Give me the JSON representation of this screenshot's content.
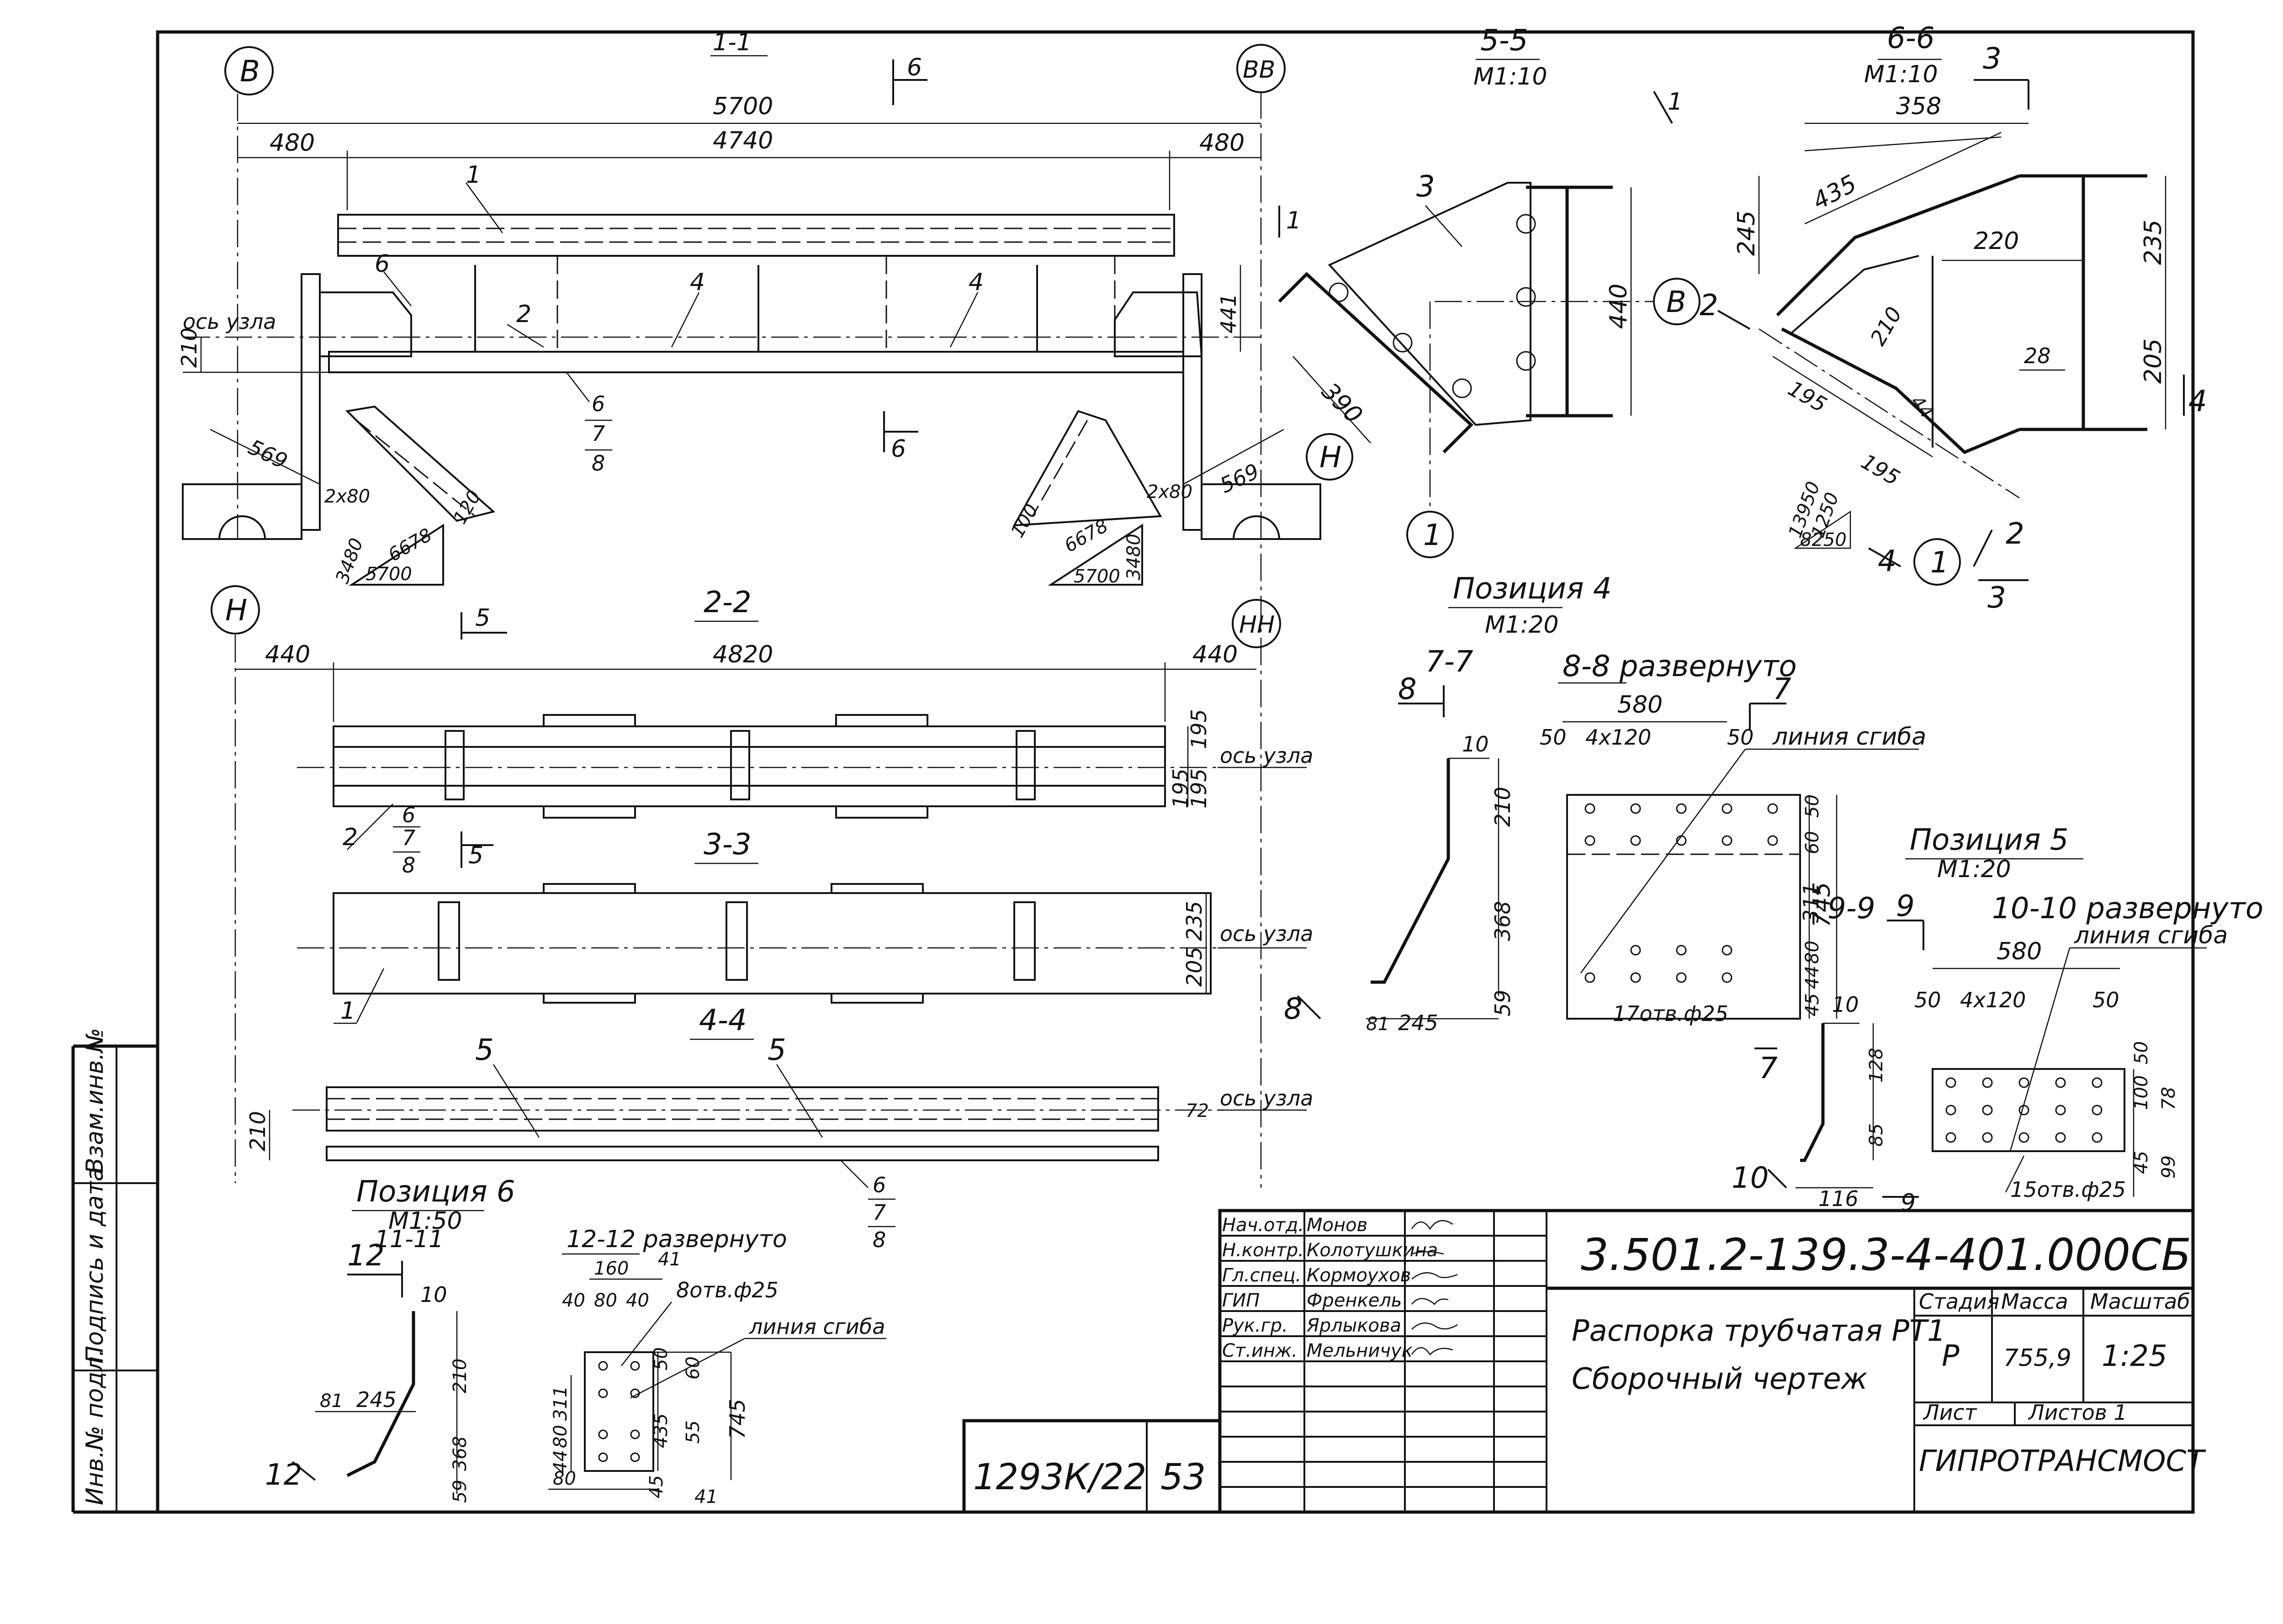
{
  "views": {
    "s11": {
      "label": "1-1",
      "axis_left": "B",
      "axis_right": "BB",
      "cut_mark": "6",
      "cut_mark_bottom": "6",
      "cut_side": "1",
      "dim_total": "5700",
      "dim_left": "480",
      "dim_mid": "4740",
      "dim_right": "480",
      "dim_210": "210",
      "dim_441": "441",
      "dim_569_left": "569",
      "dim_569_right": "569",
      "dim_120_left": "120",
      "dim_2x80_left": "2x80",
      "dim_2x80_right": "2x80",
      "dim_120_right": "100",
      "node_axis": "ось узла",
      "pos_1": "1",
      "pos_2": "2",
      "pos_4a": "4",
      "pos_4b": "4",
      "pos_6": "6",
      "frac_top": "6",
      "frac_mid": "7",
      "frac_bot": "8",
      "tri_left": {
        "a": "3480",
        "b": "6678",
        "c": "5700"
      },
      "tri_right": {
        "a": "3480",
        "b": "6678",
        "c": "5700"
      }
    },
    "s55": {
      "label": "5-5",
      "scale": "М1:10",
      "pos_3": "3",
      "dim_440": "440",
      "dim_390": "390",
      "axis_b": "B",
      "axis_n": "Н",
      "node_1": "1",
      "cut_mark": "1"
    },
    "s66": {
      "label": "6-6",
      "scale": "М1:10",
      "cut_3_top": "3",
      "cut_3_bottom": "3",
      "dim_358": "358",
      "dim_435": "435",
      "dim_245": "245",
      "dim_235": "235",
      "dim_220": "220",
      "dim_210": "210",
      "dim_205": "205",
      "dim_28": "28",
      "dim_44": "44",
      "dim_195a": "195",
      "dim_195b": "195",
      "dim_13950": "13950",
      "dim_1250": "1250",
      "dim_8250": "8250",
      "cut_2_top": "2",
      "cut_2_bottom": "2",
      "cut_4_right": "4",
      "cut_4_bottom": "4",
      "node_1": "1"
    },
    "s22": {
      "label": "2-2",
      "axis_left": "Н",
      "axis_right": "НН",
      "cut_mark": "5",
      "cut_mark_bottom": "5",
      "dim_left": "440",
      "dim_mid": "4820",
      "dim_right": "440",
      "dim_195a": "195",
      "dim_195b": "195",
      "dim_195c": "195",
      "node_axis": "ось узла",
      "pos_2": "2",
      "frac_top": "6",
      "frac_mid": "7",
      "frac_bot": "8"
    },
    "s33": {
      "label": "3-3",
      "dim_235": "235",
      "dim_205": "205",
      "node_axis": "ось узла",
      "pos_1": "1"
    },
    "s44": {
      "label": "4-4",
      "pos_5a": "5",
      "pos_5b": "5",
      "dim_210": "210",
      "dim_72": "72",
      "node_axis": "ось узла",
      "frac_top": "6",
      "frac_mid": "7",
      "frac_bot": "8"
    },
    "pos4": {
      "title": "Позиция 4",
      "scale": "М1:20",
      "s77": "7-7",
      "cut_8_top": "8",
      "cut_8_bottom": "8",
      "d10": "10",
      "d210": "210",
      "d368": "368",
      "d59": "59",
      "d81": "81",
      "d245": "245",
      "s88": "8-8 развернуто",
      "d580": "580",
      "d50a": "50",
      "d4x120": "4x120",
      "d50b": "50",
      "bend": "линия сгиба",
      "cut_7_top": "7",
      "cut_7_bottom": "7",
      "r50": "50",
      "r60": "60",
      "r311": "311",
      "r745": "745",
      "r80": "80",
      "r44": "44",
      "r45": "45",
      "holes": "17отв.ф25",
      "s99": "9-9",
      "cut_9_top": "9",
      "cut_9_bottom": "9",
      "d10b": "10",
      "d128": "128",
      "d85": "85",
      "d116": "116",
      "cut_10": "10"
    },
    "pos5": {
      "title": "Позиция 5",
      "scale": "М1:20",
      "s1010": "10-10 развернуто",
      "bend": "линия сгиба",
      "d580": "580",
      "d50a": "50",
      "d4x120": "4x120",
      "d50b": "50",
      "r50": "50",
      "r100": "100",
      "r78": "78",
      "r45": "45",
      "r99": "99",
      "holes": "15отв.ф25"
    },
    "pos6": {
      "title": "Позиция 6",
      "scale": "М1:50",
      "s1111": "11-11",
      "cut_12_top": "12",
      "cut_12_bottom": "12",
      "d10": "10",
      "d210": "210",
      "d368": "368",
      "d59": "59",
      "d81": "81",
      "d245": "245",
      "s1212": "12-12 развернуто",
      "d160": "160",
      "d41": "41",
      "d40a": "40",
      "d80": "80",
      "d40b": "40",
      "holes": "8отв.ф25",
      "bend": "линия сгиба",
      "r50": "50",
      "r60": "60",
      "r435": "435",
      "r55": "55",
      "r745": "745",
      "r311": "311",
      "r80": "80",
      "r44": "44",
      "b80": "80",
      "b45": "45",
      "b41": "41"
    }
  },
  "side_stamp": {
    "inv": "Инв.№ подл.",
    "sign": "Подпись и дата",
    "replace": "Взам.инв.№"
  },
  "title_block": {
    "doc_code": "3.501.2-139.3-4-401.000СБ",
    "title_line1": "Распорка трубчатая РТ1",
    "title_line2": "Сборочный чертеж",
    "archive_no": "1293К/22",
    "archive_sheet": "53",
    "stage_header": "Стадия",
    "mass_header": "Масса",
    "scale_header": "Масштаб",
    "stage": "Р",
    "mass": "755,9",
    "scale": "1:25",
    "sheet_label": "Лист",
    "sheets_label": "Листов 1",
    "company": "ГИПРОТРАНСМОСТ",
    "staff": [
      {
        "role": "Нач.отд.",
        "name": "Монов"
      },
      {
        "role": "Н.контр.",
        "name": "Колотушкина"
      },
      {
        "role": "Гл.спец.",
        "name": "Кормоухов"
      },
      {
        "role": "ГИП",
        "name": "Френкель"
      },
      {
        "role": "Рук.гр.",
        "name": "Ярлыкова"
      },
      {
        "role": "Ст.инж.",
        "name": "Мельничук"
      }
    ]
  }
}
